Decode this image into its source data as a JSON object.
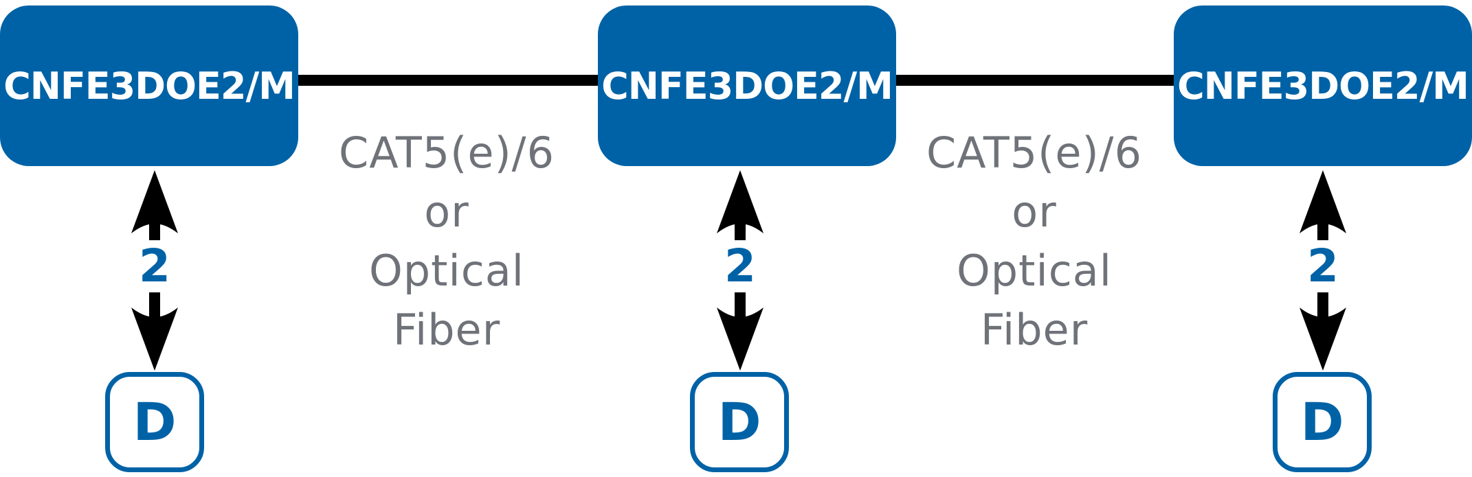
{
  "nodes": [
    {
      "label": "CNFE3DOE2/M"
    },
    {
      "label": "CNFE3DOE2/M"
    },
    {
      "label": "CNFE3DOE2/M"
    }
  ],
  "links": [
    {
      "line1": "CAT5(e)/6 or",
      "line2": "Optical Fiber"
    },
    {
      "line1": "CAT5(e)/6 or",
      "line2": "Optical Fiber"
    }
  ],
  "device_links": [
    {
      "count": "2",
      "device": "D"
    },
    {
      "count": "2",
      "device": "D"
    },
    {
      "count": "2",
      "device": "D"
    }
  ],
  "colors": {
    "node_fill": "#0062a6",
    "node_text": "#ffffff",
    "cable_text": "#6f7379",
    "line": "#000000"
  },
  "icons": {
    "arrow": "double-headed-arrow-icon"
  }
}
